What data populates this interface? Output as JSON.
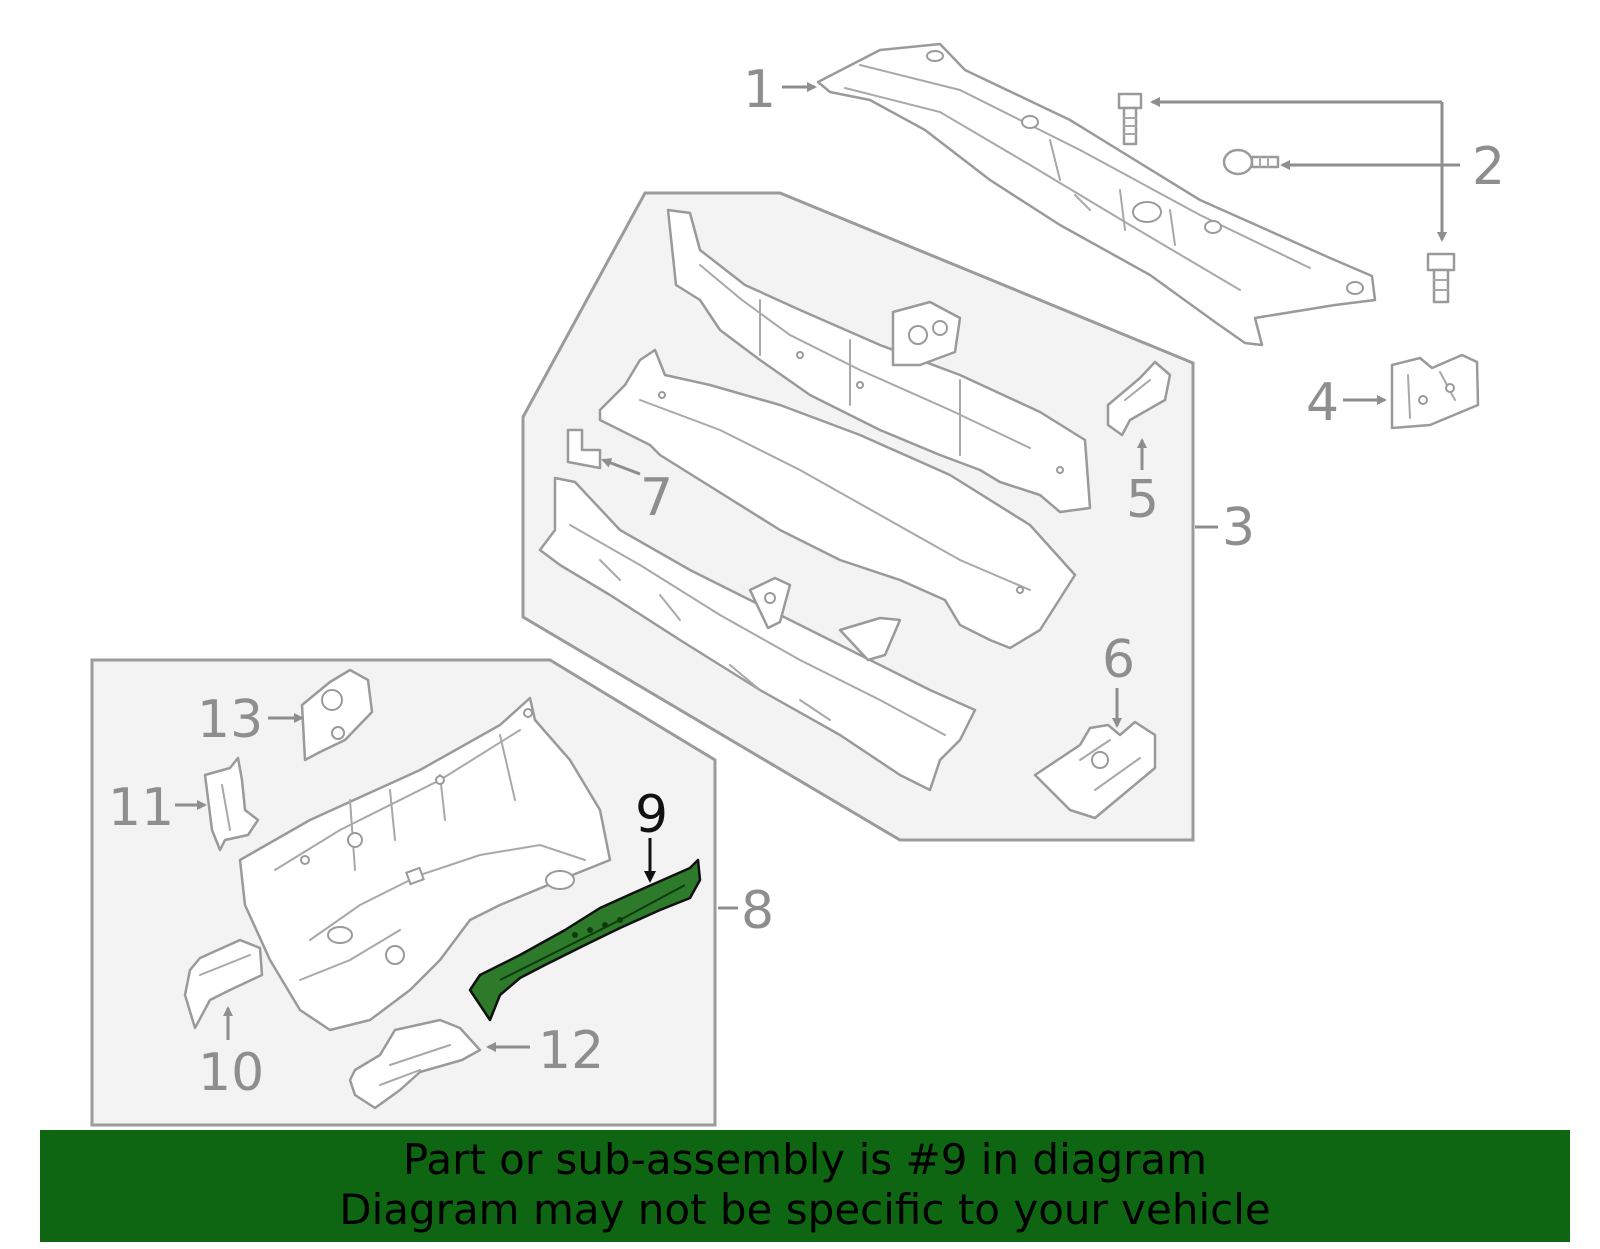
{
  "callouts": {
    "c1": "1",
    "c2": "2",
    "c3": "3",
    "c4": "4",
    "c5": "5",
    "c6": "6",
    "c7": "7",
    "c8": "8",
    "c9": "9",
    "c10": "10",
    "c11": "11",
    "c12": "12",
    "c13": "13"
  },
  "highlighted_part": "9",
  "colors": {
    "highlight": "#0f6612",
    "banner": "#0f6612",
    "line": "#9a9a9a"
  },
  "banner": {
    "line1": "Part or sub-assembly is #9 in diagram",
    "line2": "Diagram may not be specific to your vehicle"
  }
}
